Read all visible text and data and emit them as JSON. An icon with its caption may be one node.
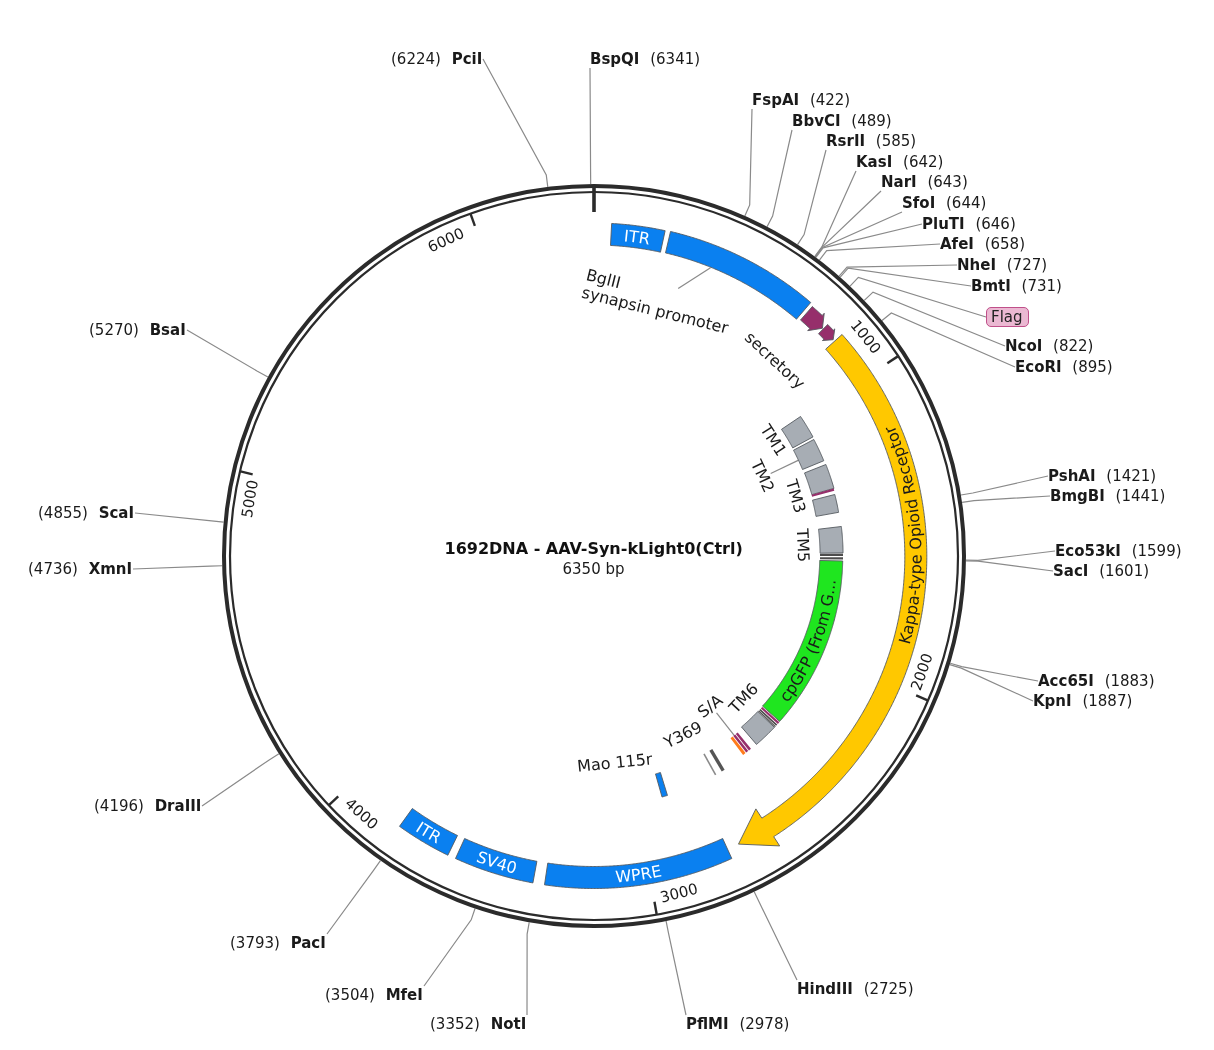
{
  "diagram": {
    "title": "1692DNA - AAV-Syn-kLight0(Ctrl)",
    "nodes": [
      {
        "text": [],
        "shape": "circle"
      },
      {
        "text": [
          "(6224) **PciI**"
        ]
      },
      {
        "text": [
          "**BspQI** (6341)"
        ]
      },
      {
        "text": [
          "**FspAI** (422)"
        ]
      },
      {
        "text": [
          "**BbvCI** (489)"
        ]
      },
      {
        "text": [
          "**RsrII** (585)"
        ]
      },
      {
        "text": [
          "**KasI** (642)"
        ]
      },
      {
        "text": [
          "**NarI** (643)"
        ]
      },
      {
        "text": [
          "**SfoI** (644)"
        ]
      },
      {
        "text": [
          "**PluTI** (646)"
        ]
      },
      {
        "text": [
          "**AfeI** (658)"
        ]
      },
      {
        "text": [
          "**NheI** (727)"
        ]
      },
      {
        "text": [
          "**BmtI** (731)"
        ]
      },
      {
        "text": [
          "Flag"
        ]
      },
      {
        "text": [
          "**NcoI** (822)"
        ]
      },
      {
        "text": [
          "**EcoRI** (895)"
        ]
      },
      {
        "text": [
          "**PshAI** (1421)"
        ]
      },
      {
        "text": [
          "**BmgBI** (1441)"
        ]
      },
      {
        "text": [
          "**Eco53kI** (1599)"
        ]
      },
      {
        "text": [
          "**SacI** (1601)"
        ]
      },
      {
        "text": [
          "**Acc65I** (1883)"
        ]
      },
      {
        "text": [
          "**KpnI** (1887)"
        ]
      },
      {
        "text": [
          "**HindIII** (2725)"
        ]
      },
      {
        "text": [
          "**PflMI** (2978)"
        ]
      },
      {
        "text": [
          "(3352) **NotI**"
        ]
      },
      {
        "text": [
          "(3504) **MfeI**"
        ]
      },
      {
        "text": [
          "(3793) **PacI**"
        ]
      },
      {
        "text": [
          "(4196) **DraIII**"
        ]
      },
      {
        "text": [
          "(4736) **XmnI**"
        ]
      },
      {
        "text": [
          "(4855) **ScaI**"
        ]
      },
      {
        "text": [
          "(5270) **BsaI**"
        ]
      },
      {
        "text": [
          "ITR"
        ],
        "in": 0
      },
      {
        "text": [],
        "shape": "bar",
        "in": 0
      },
      {
        "text": [
          "BglII",
          "synapsin promoter"
        ],
        "in": 0
      },
      {
        "text": [],
        "beside": [
          "secretory"
        ],
        "shape": "bar",
        "in": 0
      },
      {
        "text": [],
        "shape": "bar",
        "in": 0
      },
      {
        "text": [
          "Kappa-type Opioid Receptor"
        ],
        "in": 0
      },
      {
        "text": [],
        "beside": [
          "TM1"
        ],
        "shape": "bar",
        "in": 0
      },
      {
        "text": [],
        "shape": "bar",
        "in": 0
      },
      {
        "text": [
          "TM2"
        ],
        "in": 0
      },
      {
        "text": [],
        "beside": [
          "TM3"
        ],
        "shape": "bar",
        "in": 0
      },
      {
        "text": [],
        "shape": "bar",
        "in": 0
      },
      {
        "text": [],
        "beside": [
          "TM5"
        ],
        "shape": "bar",
        "in": 0
      },
      {
        "text": [
          "cpGFP (From G..."
        ],
        "in": 0
      },
      {
        "text": [],
        "beside": [
          "TM6"
        ],
        "shape": "bar",
        "in": 0
      },
      {
        "text": [],
        "shape": "bar",
        "in": 0
      },
      {
        "text": [
          "S/A"
        ],
        "in": 0
      },
      {
        "text": [],
        "beside": [
          "Y369"
        ],
        "shape": "bar",
        "in": 0
      },
      {
        "text": [],
        "beside": [
          "Mao 115r"
        ],
        "shape": "bar",
        "in": 0
      },
      {
        "text": [
          "WPRE"
        ],
        "in": 0
      },
      {
        "text": [
          "SV40"
        ],
        "in": 0
      },
      {
        "text": [
          "ITR"
        ],
        "in": 0
      }
    ],
    "edges": [
      {
        "from": 1,
        "to": 0,
        "arrow": "none"
      },
      {
        "from": 2,
        "to": 0,
        "arrow": "none"
      },
      {
        "from": 3,
        "to": 0,
        "arrow": "none"
      },
      {
        "from": 4,
        "to": 0,
        "arrow": "none"
      },
      {
        "from": 5,
        "to": 0,
        "arrow": "none"
      },
      {
        "from": 6,
        "to": 0,
        "arrow": "none"
      },
      {
        "from": 7,
        "to": 0,
        "arrow": "none"
      },
      {
        "from": 8,
        "to": 0,
        "arrow": "none"
      },
      {
        "from": 9,
        "to": 0,
        "arrow": "none"
      },
      {
        "from": 10,
        "to": 0,
        "arrow": "none"
      },
      {
        "from": 11,
        "to": 0,
        "arrow": "none"
      },
      {
        "from": 12,
        "to": 0,
        "arrow": "none"
      },
      {
        "from": 13,
        "to": 0,
        "arrow": "none"
      },
      {
        "from": 14,
        "to": 0,
        "arrow": "none"
      },
      {
        "from": 15,
        "to": 0,
        "arrow": "none"
      },
      {
        "from": 16,
        "to": 0,
        "arrow": "none"
      },
      {
        "from": 17,
        "to": 0,
        "arrow": "none"
      },
      {
        "from": 18,
        "to": 0,
        "arrow": "none"
      },
      {
        "from": 19,
        "to": 0,
        "arrow": "none"
      },
      {
        "from": 20,
        "to": 0,
        "arrow": "none"
      },
      {
        "from": 21,
        "to": 0,
        "arrow": "none"
      },
      {
        "from": 22,
        "to": 0,
        "arrow": "none"
      },
      {
        "from": 23,
        "to": 0,
        "arrow": "none"
      },
      {
        "from": 24,
        "to": 0,
        "arrow": "none"
      },
      {
        "from": 25,
        "to": 0,
        "arrow": "none"
      },
      {
        "from": 26,
        "to": 0,
        "arrow": "none"
      },
      {
        "from": 27,
        "to": 0,
        "arrow": "none"
      },
      {
        "from": 28,
        "to": 0,
        "arrow": "none"
      },
      {
        "from": 29,
        "to": 0,
        "arrow": "none"
      },
      {
        "from": 30,
        "to": 0,
        "arrow": "none"
      },
      {
        "from": 33,
        "to": 32,
        "arrow": "none"
      },
      {
        "from": 39,
        "to": 38,
        "arrow": "none"
      },
      {
        "from": 46,
        "to": 45,
        "arrow": "none"
      }
    ],
    "labels": [
      "6350 bp",
      "1000",
      "2000",
      "3000",
      "4000",
      "5000",
      "6000"
    ]
  }
}
